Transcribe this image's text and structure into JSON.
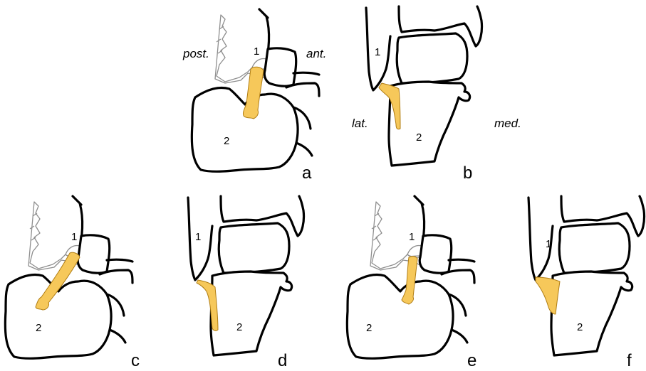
{
  "colors": {
    "ligament": "#f6c85a",
    "ligament_outline": "#b07d14",
    "bone_outline": "#000000",
    "capsule_outline": "#8e8e8e"
  },
  "direction_labels": {
    "posterior": "post.",
    "anterior": "ant.",
    "lateral": "lat.",
    "medial": "med."
  },
  "panels": [
    {
      "letter": "a",
      "bone_1": "1",
      "bone_2": "2"
    },
    {
      "letter": "b",
      "bone_1": "1",
      "bone_2": "2"
    },
    {
      "letter": "c",
      "bone_1": "1",
      "bone_2": "2"
    },
    {
      "letter": "d",
      "bone_1": "1",
      "bone_2": "2"
    },
    {
      "letter": "e",
      "bone_1": "1",
      "bone_2": "2"
    },
    {
      "letter": "f",
      "bone_1": "1",
      "bone_2": "2"
    }
  ]
}
